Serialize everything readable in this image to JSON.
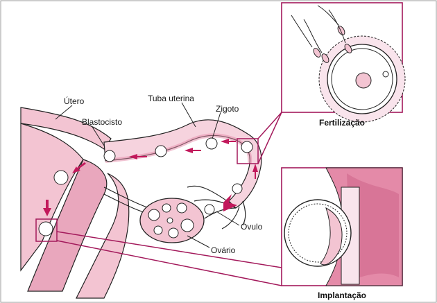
{
  "labels": {
    "utero": "Útero",
    "blastocisto": "Blastocisto",
    "tuba": "Tuba uterina",
    "zigoto": "Zigoto",
    "ovulo": "Óvulo",
    "ovario": "Ovário"
  },
  "insets": {
    "fertilization": "Fertilização",
    "implantation": "Implantação"
  },
  "colors": {
    "tissue": "#f3c4d2",
    "tissue_dark": "#e48aa8",
    "arrow": "#c2185b",
    "frame": "#a3195b",
    "outline": "#222222"
  }
}
